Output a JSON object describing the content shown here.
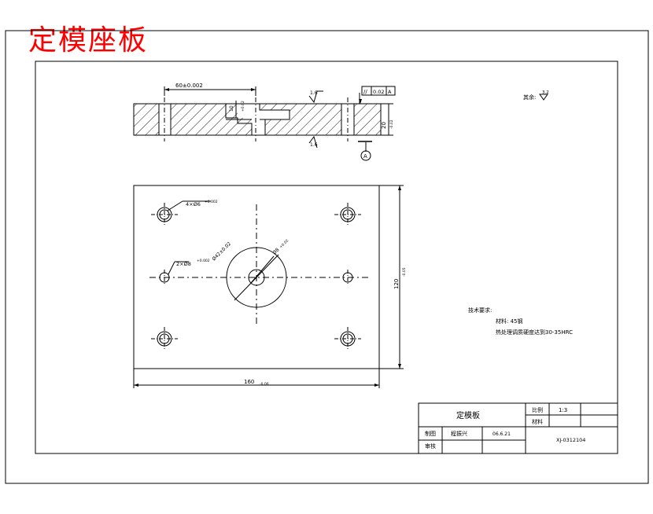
{
  "header": {
    "title": "定模座板"
  },
  "section_view": {
    "dim_width": "60±0.002",
    "dim_step": "10",
    "dim_step_tol": "+0.02",
    "dim_thickness": "20",
    "dim_thickness_tol": "-0.02",
    "roughness_top": "1.6",
    "roughness_bottom": "1.6",
    "tolerance_symbol": "//",
    "tolerance_value": "0.02",
    "tolerance_datum": "A",
    "datum_label": "A"
  },
  "remainder_roughness": {
    "label": "其余:",
    "value": "3.2"
  },
  "plan_view": {
    "hole_callout_1": "4×Ø6",
    "hole_callout_1_tol": "+0.002",
    "hole_callout_2": "2×Ø8",
    "hole_callout_2_tol": "+0.002",
    "dia_big": "Ø42±0.02",
    "dia_small": "Ø8",
    "dia_small_tol": "+0.02",
    "dim_height": "120",
    "dim_height_tol": "-0.05",
    "dim_length": "160",
    "dim_length_tol": "-0.06"
  },
  "notes": {
    "heading": "技术要求:",
    "lines": [
      "材料: 45钢",
      "热处理调质硬度达到30-35HRC"
    ]
  },
  "title_block": {
    "part_name": "定模板",
    "scale_label": "比例",
    "scale_value": "1:3",
    "material_label": "材料",
    "drawn_label": "制图",
    "drawn_name": "程振兴",
    "date": "06.6.21",
    "checked_label": "审核",
    "drawing_no": "XJ-0312104"
  }
}
